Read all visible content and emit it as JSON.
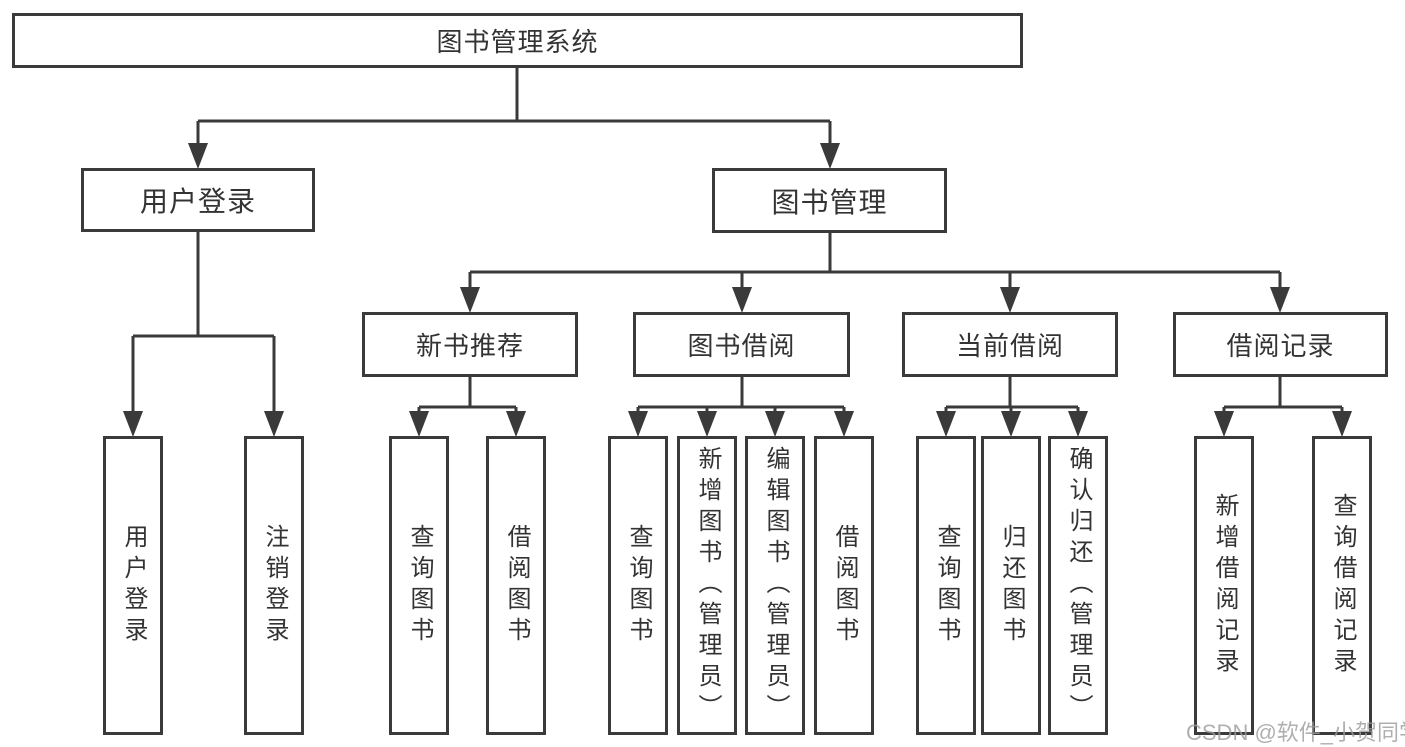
{
  "diagram": {
    "root": {
      "label": "图书管理系统"
    },
    "branches": [
      {
        "label": "用户登录",
        "children": [
          {
            "label": "用户登录"
          },
          {
            "label": "注销登录"
          }
        ]
      },
      {
        "label": "图书管理",
        "children": [
          {
            "label": "新书推荐",
            "children": [
              {
                "label": "查询图书"
              },
              {
                "label": "借阅图书"
              }
            ]
          },
          {
            "label": "图书借阅",
            "children": [
              {
                "label": "查询图书"
              },
              {
                "label": "新增图书（管理员）"
              },
              {
                "label": "编辑图书（管理员）"
              },
              {
                "label": "借阅图书"
              }
            ]
          },
          {
            "label": "当前借阅",
            "children": [
              {
                "label": "查询图书"
              },
              {
                "label": "归还图书"
              },
              {
                "label": "确认归还（管理员）"
              }
            ]
          },
          {
            "label": "借阅记录",
            "children": [
              {
                "label": "新增借阅记录"
              },
              {
                "label": "查询借阅记录"
              }
            ]
          }
        ]
      }
    ]
  },
  "watermark": {
    "text": "CSDN @软件_小贺同学",
    "color": "#9c9c9c"
  },
  "colors": {
    "line": "#3a3a3a",
    "background": "#ffffff",
    "text": "#333333"
  }
}
